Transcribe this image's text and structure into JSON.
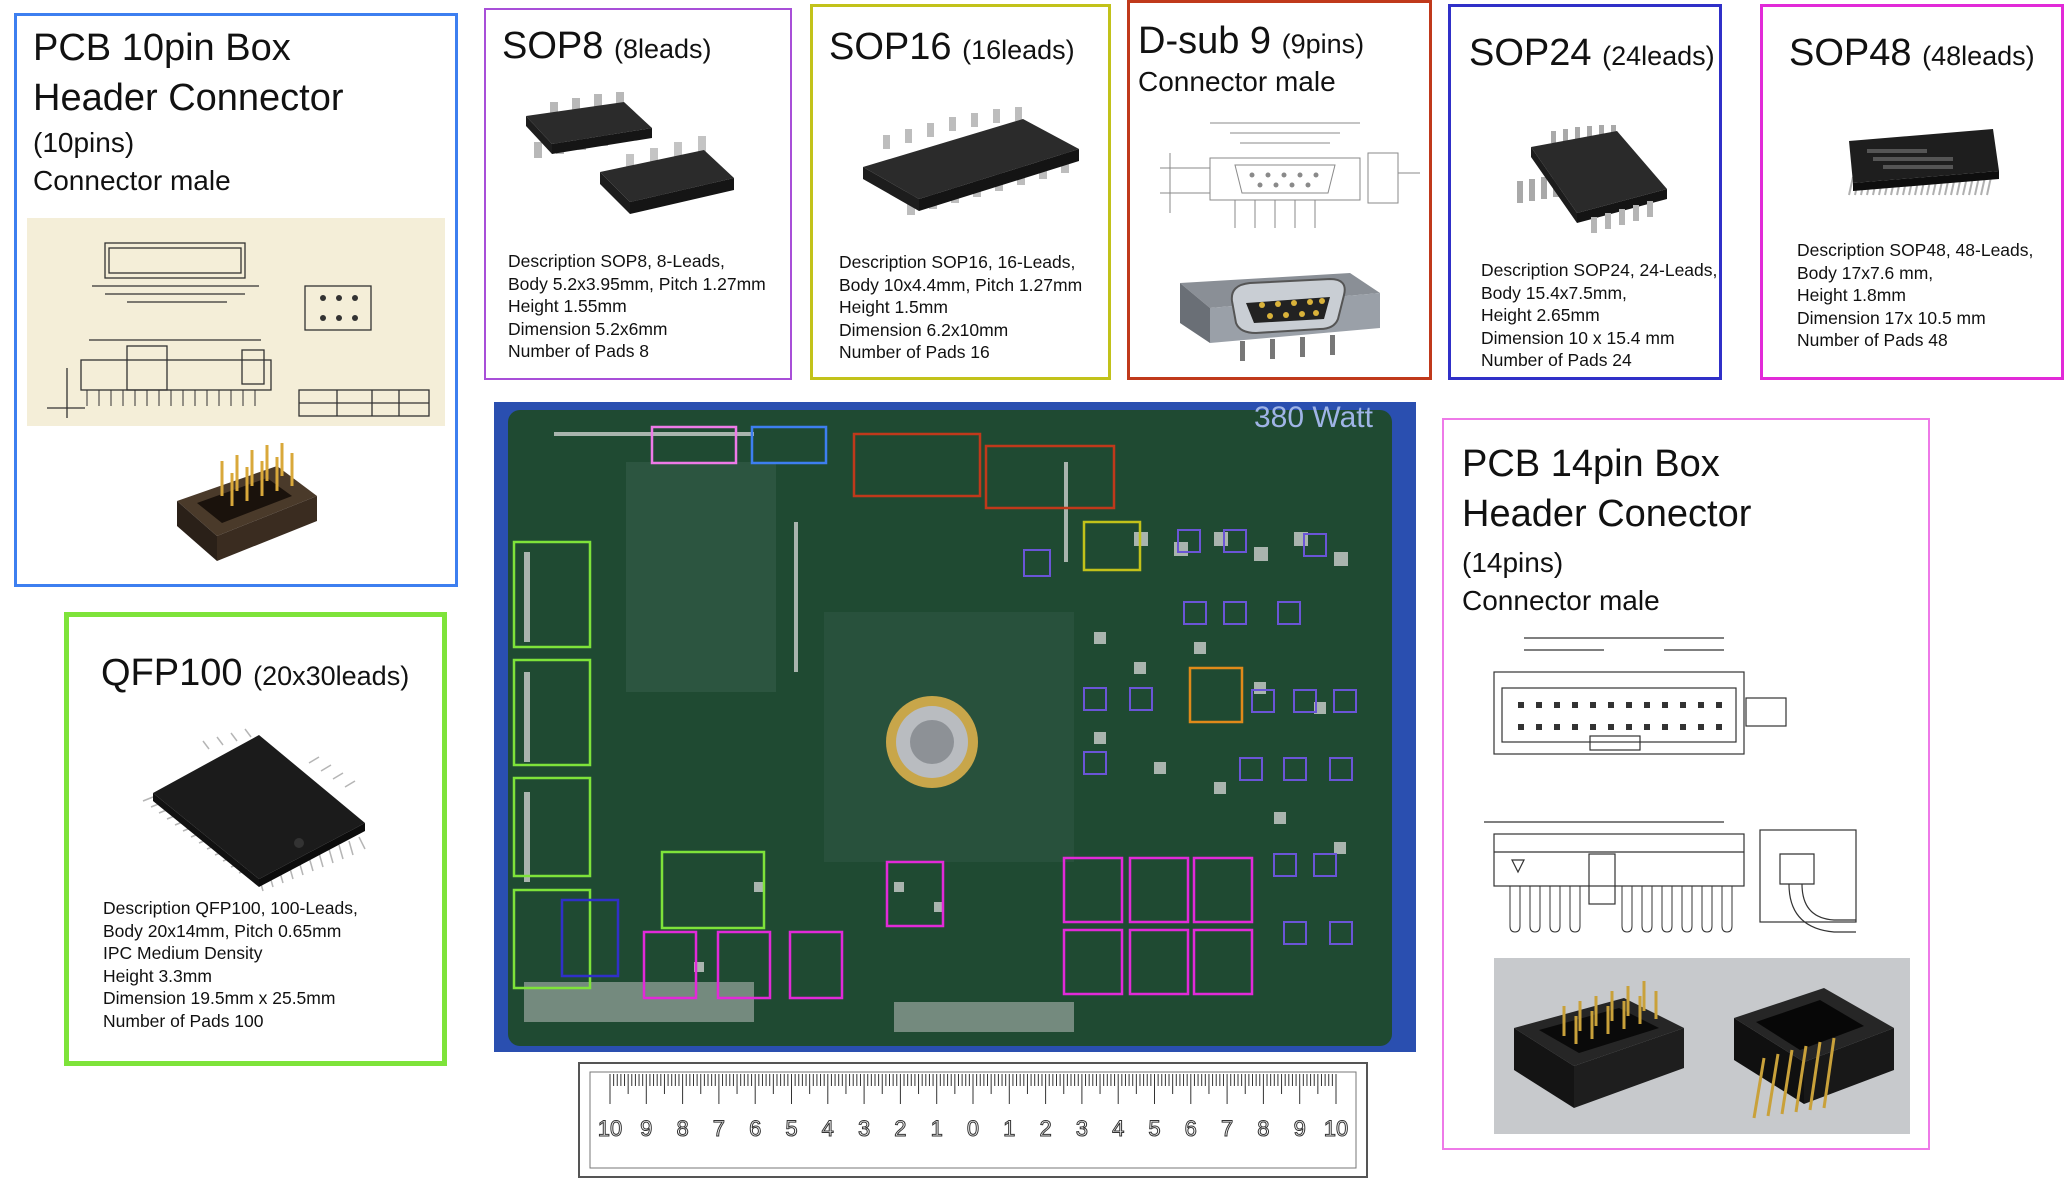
{
  "colors": {
    "box_header_10": "#3d7ff0",
    "sop8": "#a84fd8",
    "sop16": "#c2c21a",
    "dsub9": "#c0391b",
    "sop24": "#3030c8",
    "sop48": "#e22ad8",
    "qfp100": "#7ee33a",
    "box_header_14": "#ee7ae8",
    "pcb_green": "#1f4a32",
    "pcb_blue": "#2a4fb0"
  },
  "cards": {
    "pcb10": {
      "title_line1": "PCB 10pin Box",
      "title_line2": "Header Connector",
      "pins": "(10pins)",
      "gender": "Connector male",
      "drawing_icon": "mechanical-drawing-icon",
      "photo_icon": "box-header-photo-icon"
    },
    "sop8": {
      "title": "SOP8",
      "leads": "(8leads)",
      "icon": "ic-chip-icon",
      "desc": [
        "Description SOP8, 8-Leads,",
        "Body 5.2x3.95mm, Pitch 1.27mm",
        "Height 1.55mm",
        "Dimension 5.2x6mm",
        "Number of Pads 8"
      ]
    },
    "sop16": {
      "title": "SOP16",
      "leads": "(16leads)",
      "icon": "ic-chip-icon",
      "desc": [
        "Description SOP16, 16-Leads,",
        "Body 10x4.4mm, Pitch 1.27mm",
        "Height 1.5mm",
        "Dimension 6.2x10mm",
        "Number of Pads 16"
      ]
    },
    "dsub9": {
      "title": "D-sub 9",
      "pins": "(9pins)",
      "gender": "Connector male",
      "drawing_icon": "mechanical-drawing-icon",
      "photo_icon": "dsub-connector-icon"
    },
    "sop24": {
      "title": "SOP24",
      "leads": "(24leads)",
      "icon": "ic-chip-icon",
      "desc": [
        "Description SOP24, 24-Leads,",
        "Body 15.4x7.5mm,",
        "Height 2.65mm",
        "Dimension 10 x 15.4 mm",
        "Number of Pads 24"
      ]
    },
    "sop48": {
      "title": "SOP48",
      "leads": "(48leads)",
      "icon": "ic-chip-icon",
      "desc": [
        "Description SOP48, 48-Leads,",
        "Body 17x7.6 mm,",
        "Height 1.8mm",
        "Dimension 17x 10.5 mm",
        "Number of Pads 48"
      ]
    },
    "qfp100": {
      "title": "QFP100",
      "leads": "(20x30leads)",
      "icon": "qfp-chip-icon",
      "desc": [
        "Description QFP100, 100-Leads,",
        "Body 20x14mm, Pitch 0.65mm",
        "IPC Medium Density",
        "Height 3.3mm",
        "Dimension 19.5mm x 25.5mm",
        "Number of Pads 100"
      ]
    },
    "pcb14": {
      "title_line1": "PCB 14pin Box",
      "title_line2": "Header Conector",
      "pins": "(14pins)",
      "gender": "Connector male",
      "drawing_icon": "mechanical-drawing-icon",
      "photo_icon": "box-header-photo-icon"
    }
  },
  "pcb": {
    "label": "380 Watt",
    "icon": "pcb-board-icon",
    "coin_icon": "coin-icon"
  },
  "ruler": {
    "icon": "ruler-icon",
    "labels": [
      "10",
      "9",
      "8",
      "7",
      "6",
      "5",
      "4",
      "3",
      "2",
      "1",
      "0",
      "1",
      "2",
      "3",
      "4",
      "5",
      "6",
      "7",
      "8",
      "9",
      "10"
    ]
  }
}
